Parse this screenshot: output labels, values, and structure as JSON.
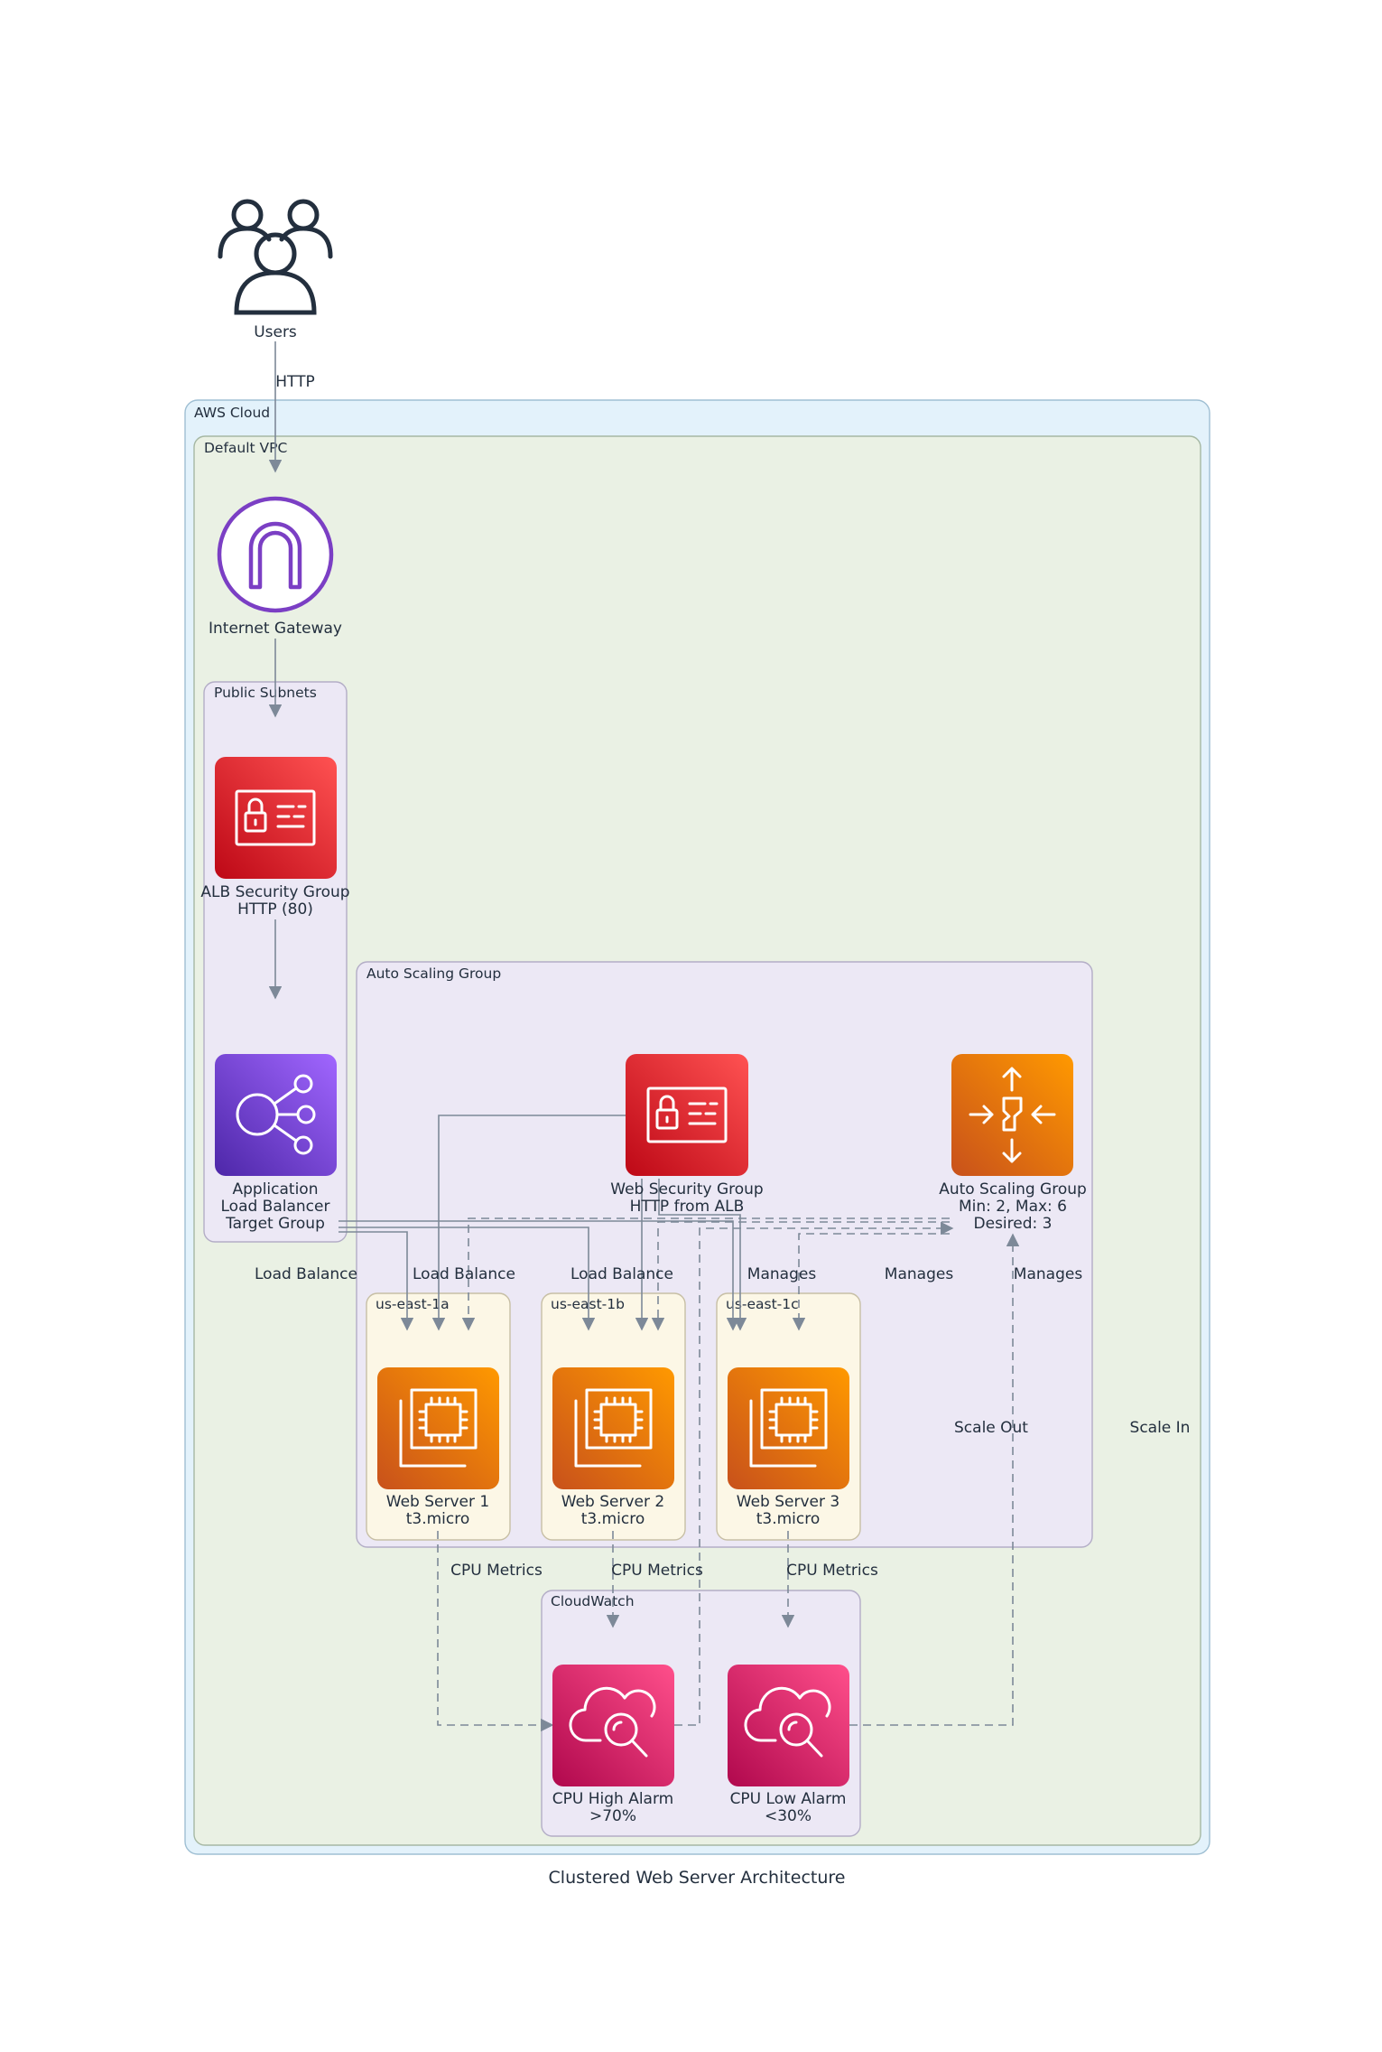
{
  "title": "Clustered Web Server Architecture",
  "groups": {
    "aws_cloud": "AWS Cloud",
    "vpc": "Default VPC",
    "public_subnets": "Public Subnets",
    "asg": "Auto Scaling Group",
    "az_a": "us-east-1a",
    "az_b": "us-east-1b",
    "az_c": "us-east-1c",
    "cloudwatch": "CloudWatch"
  },
  "nodes": {
    "users": {
      "label": "Users",
      "icon": "users-icon"
    },
    "igw": {
      "label": "Internet Gateway",
      "icon": "internet-gateway-icon"
    },
    "alb_sg": {
      "line1": "ALB Security Group",
      "line2": "HTTP (80)",
      "icon": "security-group-icon"
    },
    "alb": {
      "line1": "Application",
      "line2": "Load Balancer",
      "line3": "Target Group",
      "icon": "load-balancer-icon"
    },
    "web_sg": {
      "line1": "Web Security Group",
      "line2": "HTTP from ALB",
      "icon": "security-group-icon"
    },
    "asg_node": {
      "line1": "Auto Scaling Group",
      "line2": "Min: 2, Max: 6",
      "line3": "Desired: 3",
      "icon": "auto-scaling-icon"
    },
    "ws1": {
      "line1": "Web Server 1",
      "line2": "t3.micro",
      "icon": "ec2-instance-icon"
    },
    "ws2": {
      "line1": "Web Server 2",
      "line2": "t3.micro",
      "icon": "ec2-instance-icon"
    },
    "ws3": {
      "line1": "Web Server 3",
      "line2": "t3.micro",
      "icon": "ec2-instance-icon"
    },
    "cpu_high": {
      "line1": "CPU High Alarm",
      "line2": ">70%",
      "icon": "cloudwatch-alarm-icon"
    },
    "cpu_low": {
      "line1": "CPU Low Alarm",
      "line2": "<30%",
      "icon": "cloudwatch-alarm-icon"
    }
  },
  "edges": {
    "http": "HTTP",
    "lb1": "Load Balance",
    "lb2": "Load Balance",
    "lb3": "Load Balance",
    "m1": "Manages",
    "m2": "Manages",
    "m3": "Manages",
    "cpu1": "CPU Metrics",
    "cpu2": "CPU Metrics",
    "cpu3": "CPU Metrics",
    "scale_out": "Scale Out",
    "scale_in": "Scale In"
  },
  "colors": {
    "aws_cloud_fill": "#e3f2fb",
    "vpc_fill": "#eaf1e4",
    "subnet_fill": "#ece8f5",
    "az_fill": "#fcf7e6",
    "security": "#d6202e",
    "compute": "#e0680f",
    "networking": "#7b3fc4",
    "management": "#cc1e5c",
    "edge": "#7d8998"
  }
}
